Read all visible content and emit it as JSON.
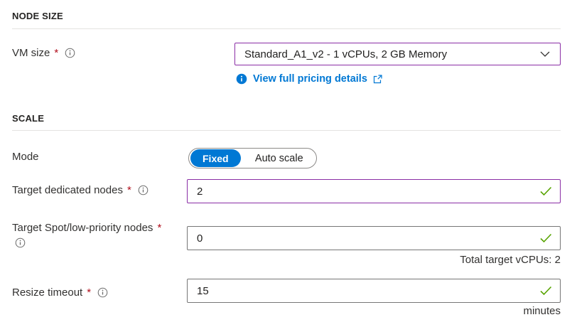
{
  "required_marker": "*",
  "colors": {
    "accent_blue": "#0078d4",
    "edited_field_purple": "#8a2da5",
    "valid_green": "#57a300",
    "required_red": "#b10e1c"
  },
  "node_size_section": {
    "header": "NODE SIZE",
    "vm_size": {
      "label": "VM size",
      "value": "Standard_A1_v2 - 1 vCPUs, 2 GB Memory",
      "pricing_link_label": "View full pricing details"
    }
  },
  "scale_section": {
    "header": "SCALE",
    "mode": {
      "label": "Mode",
      "options": [
        "Fixed",
        "Auto scale"
      ],
      "selected": "Fixed"
    },
    "target_dedicated_nodes": {
      "label": "Target dedicated nodes",
      "value": "2"
    },
    "target_spot_nodes": {
      "label": "Target Spot/low-priority nodes",
      "value": "0"
    },
    "total_vcpus_text": "Total target vCPUs: 2",
    "resize_timeout": {
      "label": "Resize timeout",
      "value": "15",
      "unit": "minutes"
    }
  }
}
